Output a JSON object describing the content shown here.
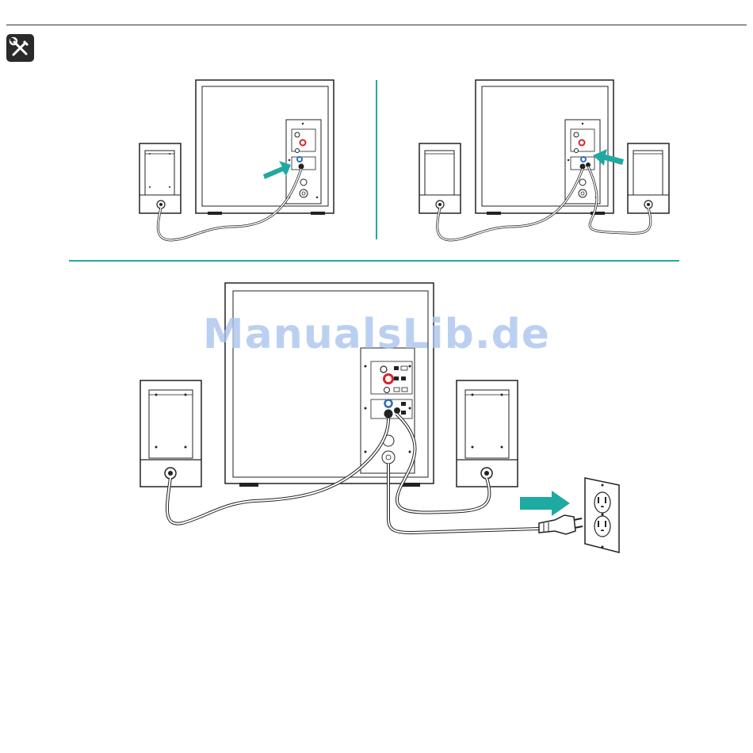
{
  "header": {
    "icon": "tools-icon"
  },
  "watermark": {
    "text": "ManualsLib.de"
  },
  "colors": {
    "accent": "#1fa9a3",
    "line": "#222222",
    "divider": "#1fa9a3",
    "jack_red": "#d8232a",
    "jack_blue": "#2f6db5",
    "watermark": "#a9c4ee"
  },
  "steps": [
    {
      "name": "connect-left-satellite",
      "arrow": "right"
    },
    {
      "name": "connect-right-satellite",
      "arrow": "left"
    },
    {
      "name": "plug-into-outlet",
      "arrow": "right"
    }
  ]
}
